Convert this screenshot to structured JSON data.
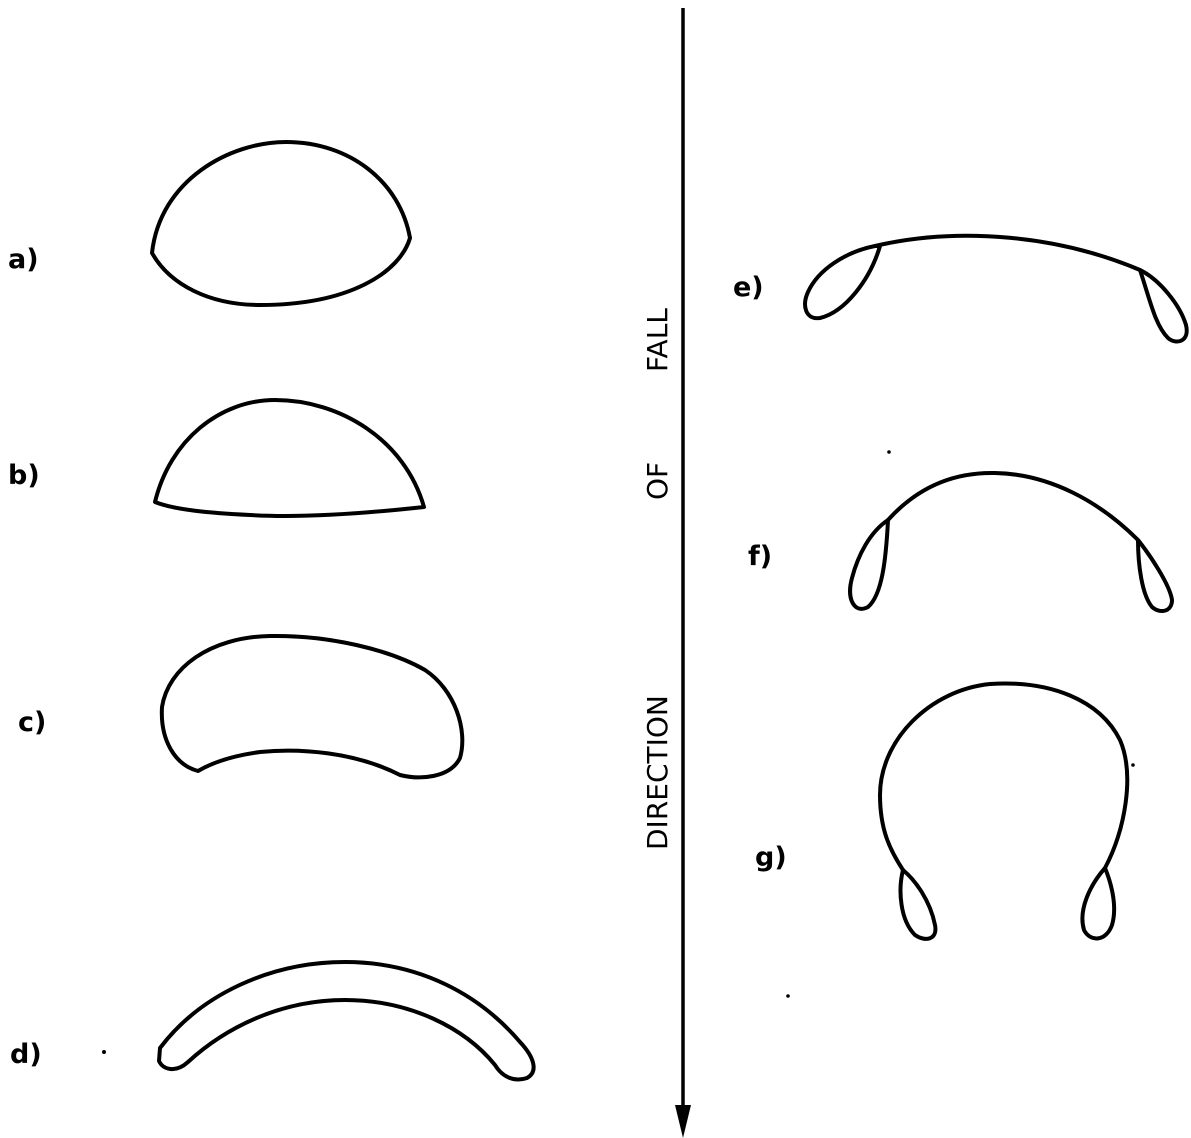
{
  "axis": {
    "words": [
      "DIRECTION",
      "OF",
      "FALL"
    ]
  },
  "stages": [
    {
      "id": "a",
      "label": "a)"
    },
    {
      "id": "b",
      "label": "b)"
    },
    {
      "id": "c",
      "label": "c)"
    },
    {
      "id": "d",
      "label": "d)"
    },
    {
      "id": "e",
      "label": "e)"
    },
    {
      "id": "f",
      "label": "f)"
    },
    {
      "id": "g",
      "label": "g)"
    }
  ]
}
